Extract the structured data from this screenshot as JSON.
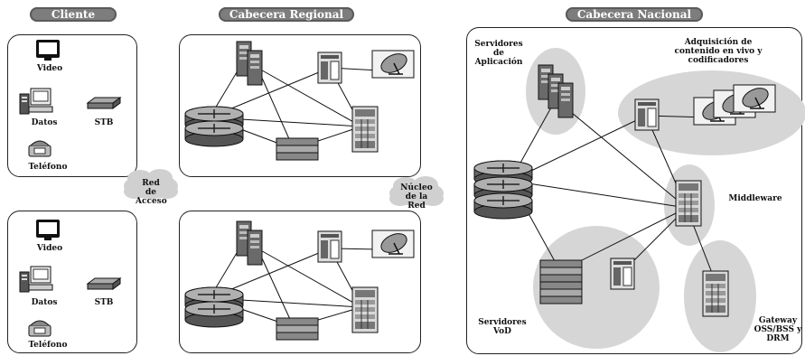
{
  "headers": {
    "cliente": "Cliente",
    "regional": "Cabecera Regional",
    "nacional": "Cabecera Nacional"
  },
  "client": {
    "video": "Video",
    "datos": "Datos",
    "stb": "STB",
    "telefono": "Teléfono"
  },
  "clouds": {
    "access": "Red de Acceso",
    "core": "Núcleo de la Red"
  },
  "national": {
    "app_servers": "Servidores de Aplicación",
    "acquisition": "Adquisición de contenido en vivo y codificadores",
    "middleware": "Middleware",
    "vod": "Servidores VoD",
    "gateway": "Gateway OSS/BSS y DRM"
  },
  "colors": {
    "header_bg": "#7d7d7d",
    "ellipse_bg": "#d6d6d6",
    "line": "#111111"
  }
}
